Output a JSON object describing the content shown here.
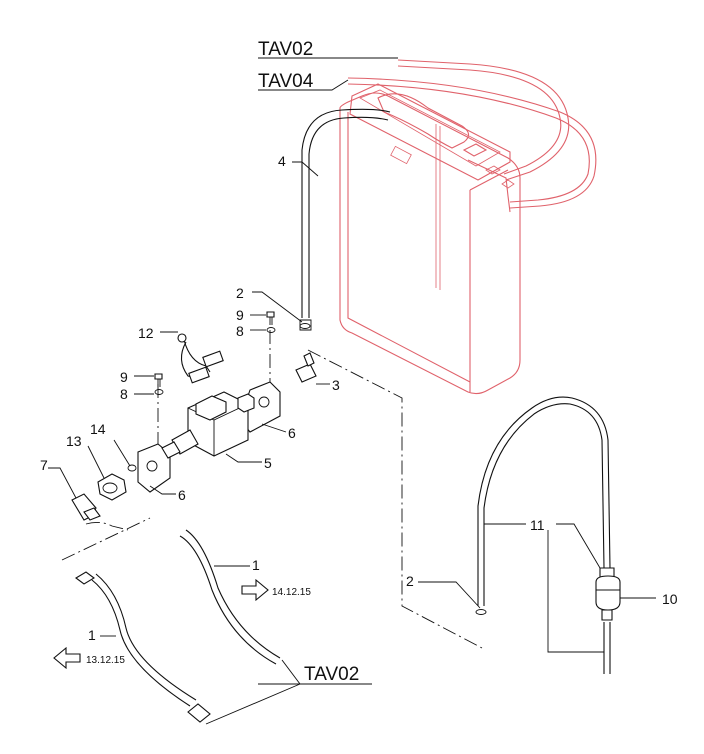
{
  "callouts": {
    "tav02_top": "TAV02",
    "tav04": "TAV04",
    "tav02_bottom": "TAV02",
    "c4": "4",
    "c2_top": "2",
    "c9_top": "9",
    "c8_top": "8",
    "c12": "12",
    "c3": "3",
    "c9_left": "9",
    "c8_left": "8",
    "c6_right": "6",
    "c13": "13",
    "c14": "14",
    "c5": "5",
    "c7": "7",
    "c6_left": "6",
    "c1_right": "1",
    "c1_left": "1",
    "c11": "11",
    "c10": "10",
    "c2_bottom": "2"
  },
  "arrows": {
    "right_date": "14.12.15",
    "left_date": "13.12.15"
  },
  "colors": {
    "line": "#111111",
    "tank": "#e0626b",
    "background": "#ffffff"
  }
}
